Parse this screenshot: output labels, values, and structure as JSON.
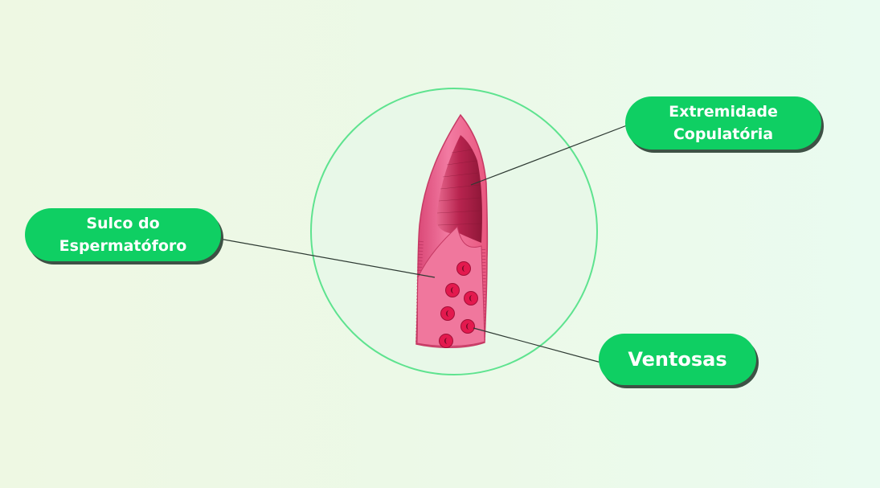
{
  "labels": {
    "extremidade": "Extremidade\nCopulatória",
    "sulco": "Sulco do\nEspermatóforo",
    "ventosas": "Ventosas"
  },
  "colors": {
    "pill": "#0fcf63",
    "pill_shadow": "#3e5145",
    "circle": "#5ee38f",
    "tissue": "#ef6e97",
    "groove": "#b8234f",
    "sucker": "#e3194e"
  },
  "illustration": {
    "subject": "hectocotylus-tip",
    "sucker_count": 6
  }
}
